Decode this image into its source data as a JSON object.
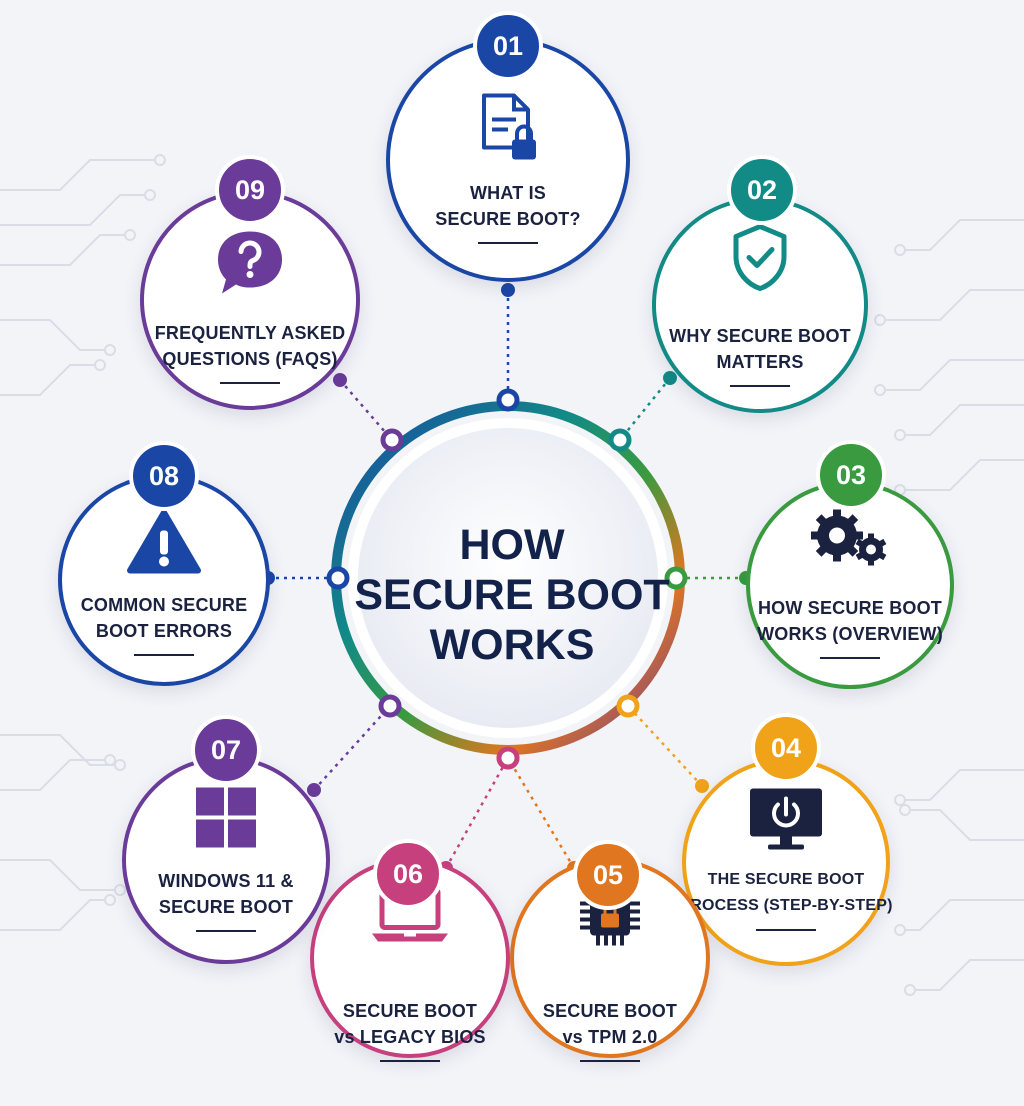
{
  "title": [
    "HOW",
    "SECURE BOOT",
    "WORKS"
  ],
  "colors": {
    "blue": "#1a47a6",
    "teal": "#128a86",
    "green": "#3a9a3f",
    "orange": "#f0a219",
    "dark_orange": "#e07620",
    "pink": "#c7407e",
    "purple": "#6a3b99",
    "navy": "#1b2240"
  },
  "topics": [
    {
      "num": "01",
      "lines": [
        "WHAT IS",
        "SECURE BOOT?"
      ],
      "icon": "document-lock-icon",
      "color": "#1a47a6"
    },
    {
      "num": "02",
      "lines": [
        "WHY SECURE BOOT",
        "MATTERS"
      ],
      "icon": "shield-check-icon",
      "color": "#128a86"
    },
    {
      "num": "03",
      "lines": [
        "HOW SECURE BOOT",
        "WORKS (OVERVIEW)"
      ],
      "icon": "gears-icon",
      "color": "#3a9a3f"
    },
    {
      "num": "04",
      "lines": [
        "THE SECURE BOOT",
        "PROCESS (STEP-BY-STEP)"
      ],
      "icon": "monitor-power-icon",
      "color": "#f0a219"
    },
    {
      "num": "05",
      "lines": [
        "SECURE BOOT",
        "vs TPM 2.0"
      ],
      "icon": "chip-lock-icon",
      "color": "#e07620"
    },
    {
      "num": "06",
      "lines": [
        "SECURE BOOT",
        "vs LEGACY BIOS"
      ],
      "icon": "laptop-icon",
      "color": "#c7407e"
    },
    {
      "num": "07",
      "lines": [
        "WINDOWS 11 &",
        "SECURE BOOT"
      ],
      "icon": "windows-logo-icon",
      "color": "#6a3b99"
    },
    {
      "num": "08",
      "lines": [
        "COMMON SECURE",
        "BOOT ERRORS"
      ],
      "icon": "warning-icon",
      "color": "#1a47a6"
    },
    {
      "num": "09",
      "lines": [
        "FREQUENTLY ASKED",
        "QUESTIONS (FAQS)"
      ],
      "icon": "question-bubble-icon",
      "color": "#6a3b99"
    }
  ]
}
